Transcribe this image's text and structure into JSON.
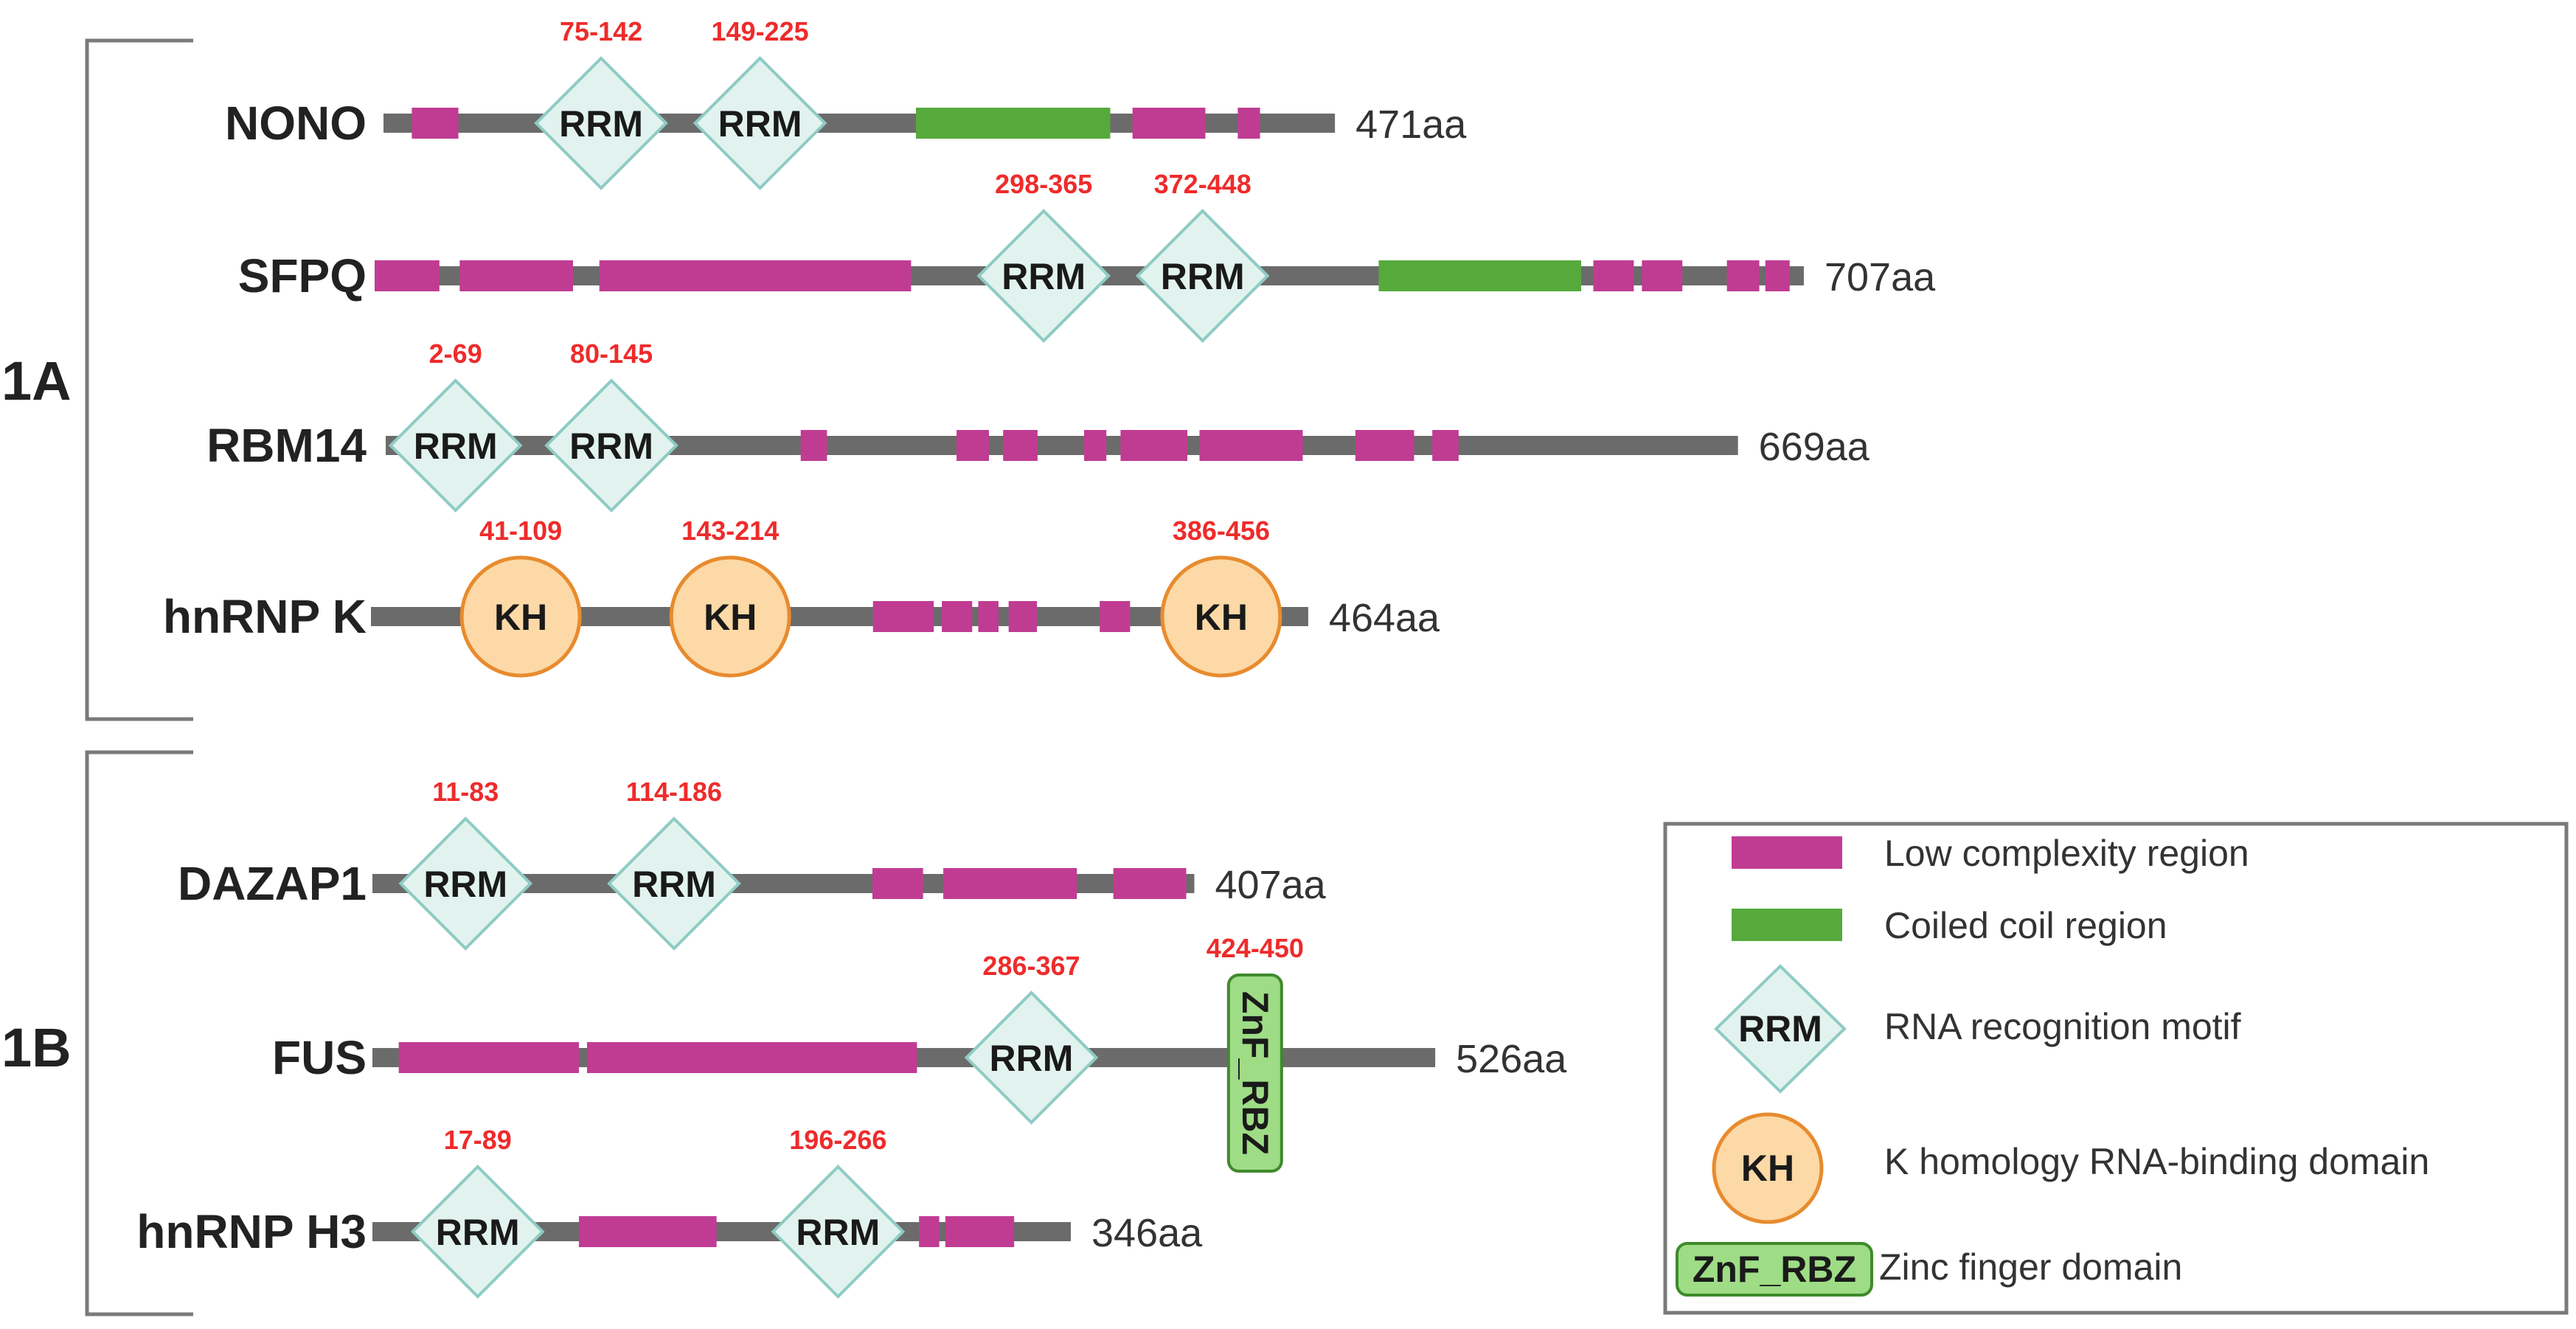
{
  "colors": {
    "backbone": "#6b6b6b",
    "low_complexity": "#c03c93",
    "coiled_coil": "#56aa3c",
    "rrm_fill": "#e2f3ef",
    "rrm_stroke": "#8ecbc4",
    "kh_fill": "#fcd9a6",
    "kh_stroke": "#e88b2e",
    "znf_fill": "#9edc86",
    "znf_stroke": "#3f8a2c",
    "range_text": "#ee2b2b",
    "bracket": "#7a7a7a"
  },
  "groups": [
    {
      "label": "1A"
    },
    {
      "label": "1B"
    }
  ],
  "proteins": [
    {
      "name": "NONO",
      "length": 471,
      "length_label": "471aa",
      "domains": [
        {
          "type": "RRM",
          "label": "RRM",
          "range": "75-142",
          "start": 75,
          "end": 142
        },
        {
          "type": "RRM",
          "label": "RRM",
          "range": "149-225",
          "start": 149,
          "end": 225
        }
      ],
      "regions": [
        {
          "type": "low_complexity",
          "start": 15,
          "end": 38
        },
        {
          "type": "coiled_coil",
          "start": 264,
          "end": 360
        },
        {
          "type": "low_complexity",
          "start": 371,
          "end": 407
        },
        {
          "type": "low_complexity",
          "start": 423,
          "end": 434
        }
      ]
    },
    {
      "name": "SFPQ",
      "length": 707,
      "length_label": "707aa",
      "domains": [
        {
          "type": "RRM",
          "label": "RRM",
          "range": "298-365",
          "start": 298,
          "end": 365
        },
        {
          "type": "RRM",
          "label": "RRM",
          "range": "372-448",
          "start": 372,
          "end": 448
        }
      ],
      "regions": [
        {
          "type": "low_complexity",
          "start": 1,
          "end": 33
        },
        {
          "type": "low_complexity",
          "start": 43,
          "end": 99
        },
        {
          "type": "low_complexity",
          "start": 112,
          "end": 266
        },
        {
          "type": "coiled_coil",
          "start": 497,
          "end": 597
        },
        {
          "type": "low_complexity",
          "start": 603,
          "end": 623
        },
        {
          "type": "low_complexity",
          "start": 627,
          "end": 647
        },
        {
          "type": "low_complexity",
          "start": 669,
          "end": 685
        },
        {
          "type": "low_complexity",
          "start": 688,
          "end": 700
        }
      ]
    },
    {
      "name": "RBM14",
      "length": 669,
      "length_label": "669aa",
      "domains": [
        {
          "type": "RRM",
          "label": "RRM",
          "range": "2-69",
          "start": 2,
          "end": 69
        },
        {
          "type": "RRM",
          "label": "RRM",
          "range": "80-145",
          "start": 80,
          "end": 145
        }
      ],
      "regions": [
        {
          "type": "low_complexity",
          "start": 206,
          "end": 219
        },
        {
          "type": "low_complexity",
          "start": 283,
          "end": 299
        },
        {
          "type": "low_complexity",
          "start": 306,
          "end": 323
        },
        {
          "type": "low_complexity",
          "start": 346,
          "end": 357
        },
        {
          "type": "low_complexity",
          "start": 364,
          "end": 397
        },
        {
          "type": "low_complexity",
          "start": 403,
          "end": 454
        },
        {
          "type": "low_complexity",
          "start": 480,
          "end": 509
        },
        {
          "type": "low_complexity",
          "start": 518,
          "end": 531
        }
      ]
    },
    {
      "name": "hnRNP K",
      "length": 464,
      "length_label": "464aa",
      "domains": [
        {
          "type": "KH",
          "label": "KH",
          "range": "41-109",
          "start": 41,
          "end": 109
        },
        {
          "type": "KH",
          "label": "KH",
          "range": "143-214",
          "start": 143,
          "end": 214
        },
        {
          "type": "KH",
          "label": "KH",
          "range": "386-456",
          "start": 386,
          "end": 456
        }
      ],
      "regions": [
        {
          "type": "low_complexity",
          "start": 249,
          "end": 279
        },
        {
          "type": "low_complexity",
          "start": 283,
          "end": 298
        },
        {
          "type": "low_complexity",
          "start": 301,
          "end": 311
        },
        {
          "type": "low_complexity",
          "start": 316,
          "end": 330
        },
        {
          "type": "low_complexity",
          "start": 361,
          "end": 376
        }
      ]
    },
    {
      "name": "DAZAP1",
      "length": 407,
      "length_label": "407aa",
      "domains": [
        {
          "type": "RRM",
          "label": "RRM",
          "range": "11-83",
          "start": 11,
          "end": 83
        },
        {
          "type": "RRM",
          "label": "RRM",
          "range": "114-186",
          "start": 114,
          "end": 186
        }
      ],
      "regions": [
        {
          "type": "low_complexity",
          "start": 248,
          "end": 273
        },
        {
          "type": "low_complexity",
          "start": 283,
          "end": 349
        },
        {
          "type": "low_complexity",
          "start": 367,
          "end": 403
        }
      ]
    },
    {
      "name": "FUS",
      "length": 526,
      "length_label": "526aa",
      "domains": [
        {
          "type": "RRM",
          "label": "RRM",
          "range": "286-367",
          "start": 286,
          "end": 367
        },
        {
          "type": "ZnF_RBZ",
          "label": "ZnF_RBZ",
          "range": "424-450",
          "start": 424,
          "end": 450
        }
      ],
      "regions": [
        {
          "type": "low_complexity",
          "start": 14,
          "end": 103
        },
        {
          "type": "low_complexity",
          "start": 107,
          "end": 270
        }
      ]
    },
    {
      "name": "hnRNP H3",
      "length": 346,
      "length_label": "346aa",
      "domains": [
        {
          "type": "RRM",
          "label": "RRM",
          "range": "17-89",
          "start": 17,
          "end": 89
        },
        {
          "type": "RRM",
          "label": "RRM",
          "range": "196-266",
          "start": 196,
          "end": 266
        }
      ],
      "regions": [
        {
          "type": "low_complexity",
          "start": 103,
          "end": 171
        },
        {
          "type": "low_complexity",
          "start": 271,
          "end": 281
        },
        {
          "type": "low_complexity",
          "start": 284,
          "end": 318
        }
      ]
    }
  ],
  "legend": [
    {
      "key": "low_complexity",
      "label": "Low complexity region"
    },
    {
      "key": "coiled_coil",
      "label": "Coiled coil region"
    },
    {
      "key": "rrm",
      "symbol": "RRM",
      "label": "RNA recognition motif"
    },
    {
      "key": "kh",
      "symbol": "KH",
      "label": "K homology RNA-binding domain"
    },
    {
      "key": "znf",
      "symbol": "ZnF_RBZ",
      "label": "Zinc finger domain"
    }
  ]
}
